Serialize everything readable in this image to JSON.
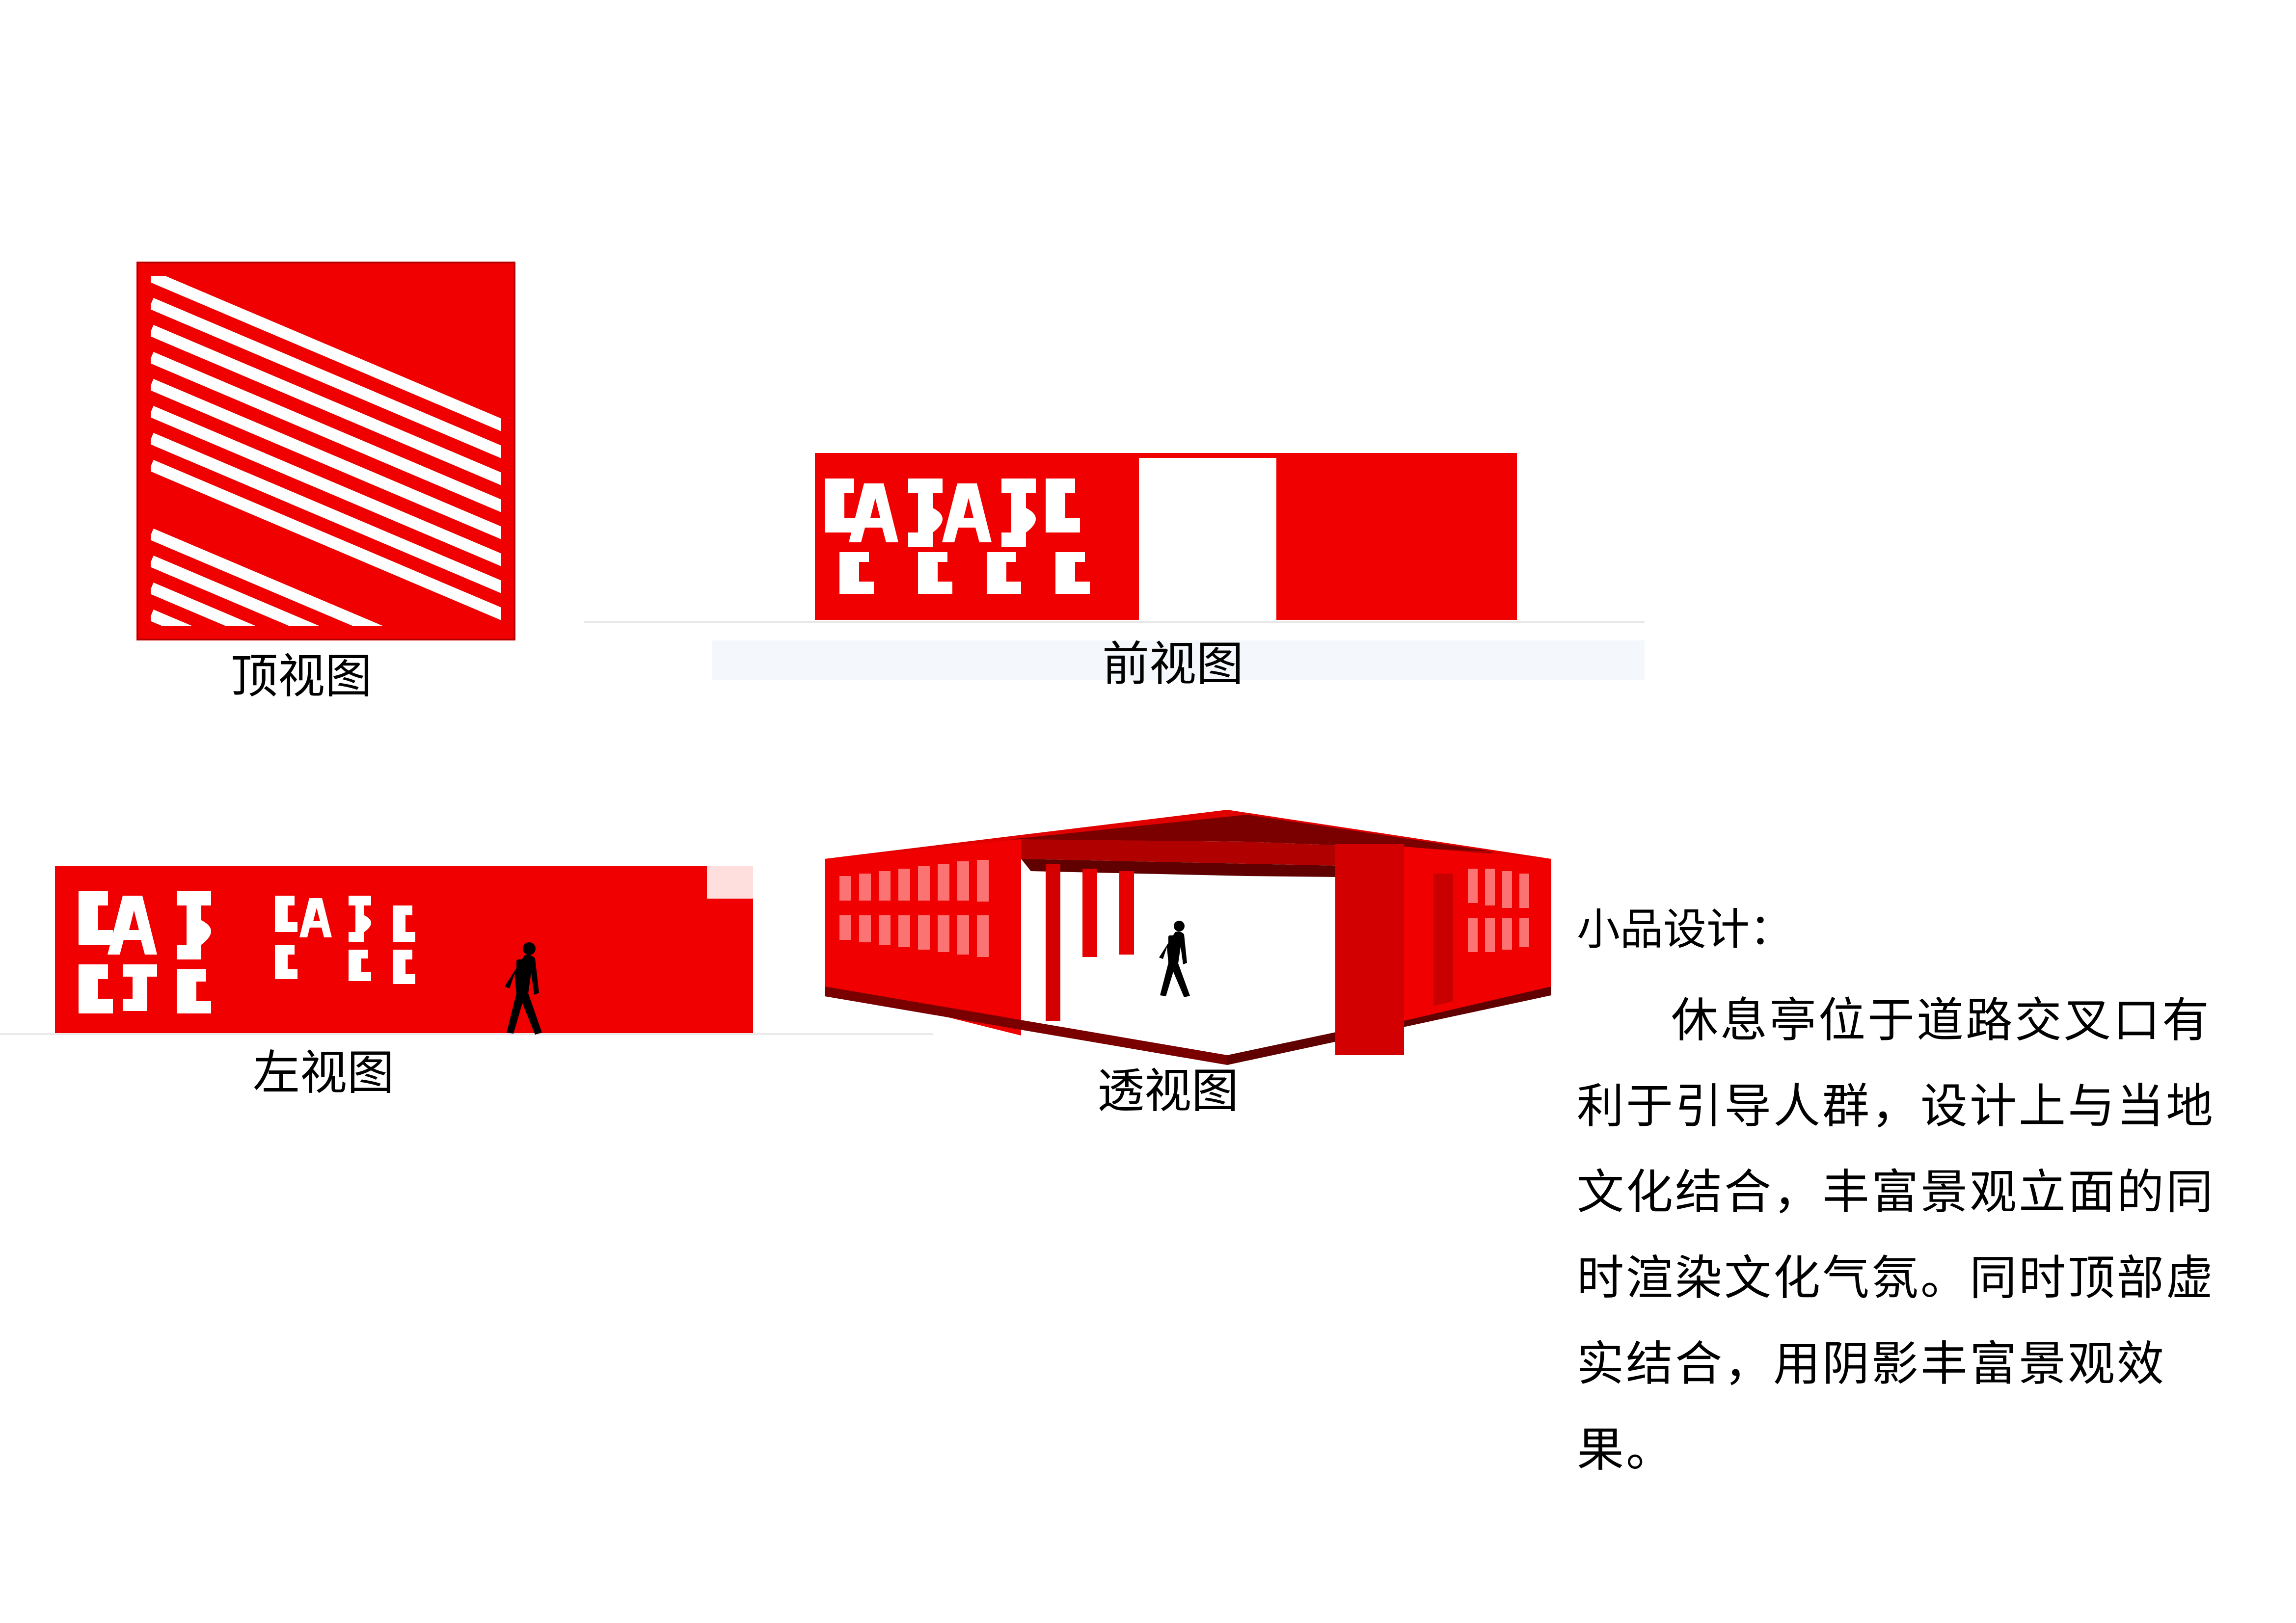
{
  "colors": {
    "primary_red": "#f00000",
    "dark_red": "#7a0000",
    "mid_red": "#c40000"
  },
  "views": {
    "top": {
      "label": "顶视图"
    },
    "front": {
      "label": "前视图"
    },
    "left": {
      "label": "左视图"
    },
    "perspective": {
      "label": "透视图"
    }
  },
  "description": {
    "title": "小品设计：",
    "body": "休息亭位于道路交叉口有利于引导人群，设计上与当地文化结合，丰富景观立面的同时渲染文化气氛。同时顶部虚实结合，用阴影丰富景观效果。"
  }
}
